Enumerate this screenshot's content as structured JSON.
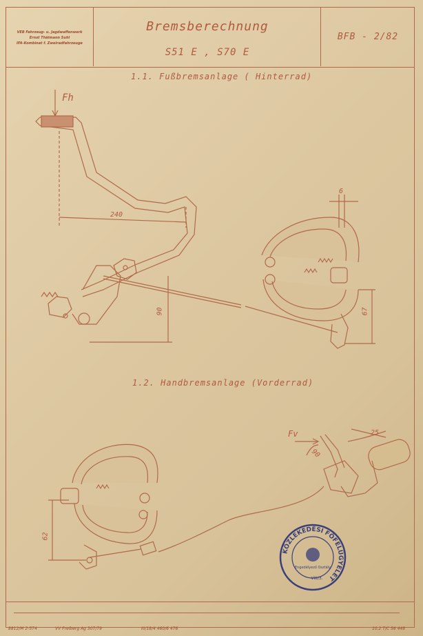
{
  "header": {
    "maker_lines": [
      "VEB Fahrzeug- u. Jagdwaffenwerk",
      "Ernst Thälmann Suhl",
      "IFA-Kombinat f. Zweiradfahrzeuge"
    ],
    "title": "Bremsberechnung",
    "models": "S51 E , S70 E",
    "doc_number": "BFB - 2/82"
  },
  "section1": {
    "heading": "1.1. Fußbremsanlage ( Hinterrad)",
    "force_label": "Fh",
    "dims": {
      "lever": "240",
      "height": "90",
      "drum": "67",
      "gap": "6"
    }
  },
  "section2": {
    "heading": "1.2. Handbremsanlage (Vorderrad)",
    "force_label": "Fv",
    "dims": {
      "angle": "90",
      "grip": "25",
      "drum": "62"
    }
  },
  "stamp": {
    "ring_text": "KÖZLEKEDÉSI FŐFELÜGYELET",
    "inner_text": "Engedélyező Osztály",
    "number": "VIII/3."
  },
  "footer": {
    "print_left": "8812/M 2-574",
    "print_mid1": "VV Freiberg Ag 307/79",
    "print_mid2": "III/18/4 460/6 476",
    "print_right": "10,2 T/C 56 448"
  },
  "colors": {
    "ink": "#b05a40",
    "paper": "#e2cfa8",
    "stamp": "#3a3f7a"
  }
}
